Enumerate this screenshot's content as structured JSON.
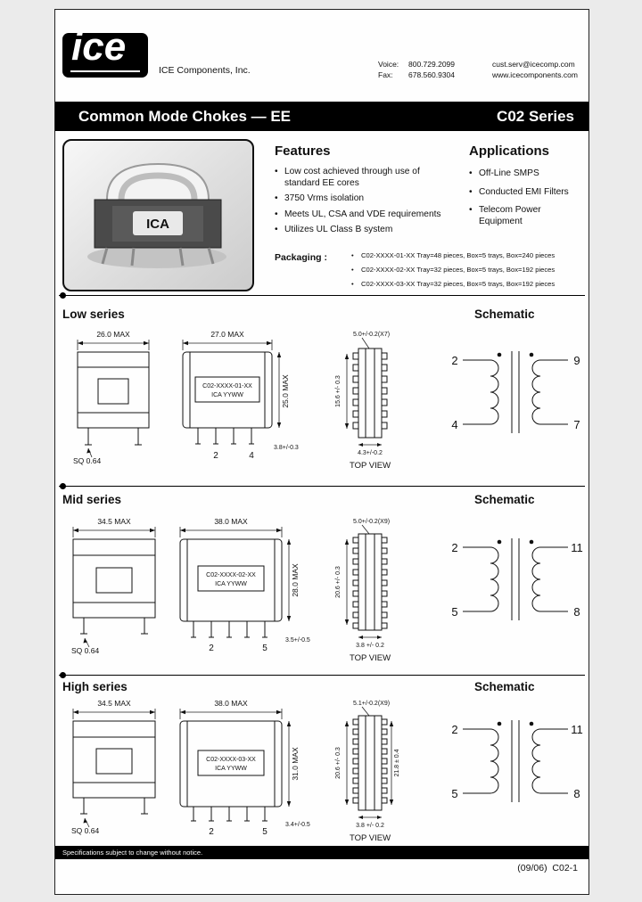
{
  "header": {
    "logo_text": "ice",
    "company": "ICE Components, Inc.",
    "contact": {
      "voice_label": "Voice:",
      "voice": "800.729.2099",
      "fax_label": "Fax:",
      "fax": "678.560.9304",
      "email": "cust.serv@icecomp.com",
      "website": "www.icecomponents.com"
    }
  },
  "title_bar": {
    "product": "Common Mode Chokes — EE",
    "series": "C02 Series"
  },
  "photo": {
    "label": "ICA"
  },
  "features": {
    "heading": "Features",
    "items": [
      "Low cost achieved through use of standard EE cores",
      "3750 Vrms isolation",
      "Meets UL, CSA and VDE requirements",
      "Utilizes UL Class B system"
    ]
  },
  "applications": {
    "heading": "Applications",
    "items": [
      "Off-Line SMPS",
      "Conducted EMI Filters",
      "Telecom Power Equipment"
    ]
  },
  "packaging": {
    "label": "Packaging :",
    "items": [
      "C02-XXXX-01-XX Tray=48 pieces, Box=5 trays, Box=240 pieces",
      "C02-XXXX-02-XX Tray=32 pieces, Box=5 trays, Box=192 pieces",
      "C02-XXXX-03-XX Tray=32 pieces, Box=5 trays, Box=192 pieces"
    ]
  },
  "sections": [
    {
      "title": "Low series",
      "schematic_heading": "Schematic",
      "front": {
        "width_dim": "26.0 MAX",
        "sq_label": "SQ 0.64"
      },
      "side": {
        "width_dim": "27.0 MAX",
        "height_dim": "25.0 MAX",
        "part_number": "C02-XXXX-01-XX",
        "brand_line": "ICA YYWW",
        "pin_left": "2",
        "pin_right": "4",
        "pin_dim": "3.8+/-0.3"
      },
      "top_view": {
        "pitch_dim": "5.0+/-0.2(X7)",
        "height_dim": "15.6 +/- 0.3",
        "width_dim": "4.3+/-0.2",
        "label": "TOP VIEW"
      },
      "schematic": {
        "pin_tl": "2",
        "pin_tr": "9",
        "pin_bl": "4",
        "pin_br": "7"
      }
    },
    {
      "title": "Mid series",
      "schematic_heading": "Schematic",
      "front": {
        "width_dim": "34.5 MAX",
        "sq_label": "SQ 0.64"
      },
      "side": {
        "width_dim": "38.0 MAX",
        "height_dim": "28.0 MAX",
        "part_number": "C02-XXXX-02-XX",
        "brand_line": "ICA YYWW",
        "pin_left": "2",
        "pin_right": "5",
        "pin_dim": "3.5+/-0.5"
      },
      "top_view": {
        "pitch_dim": "5.0+/-0.2(X9)",
        "height_dim": "20.6 +/- 0.3",
        "width_dim": "3.8 +/- 0.2",
        "label": "TOP VIEW"
      },
      "schematic": {
        "pin_tl": "2",
        "pin_tr": "11",
        "pin_bl": "5",
        "pin_br": "8"
      }
    },
    {
      "title": "High series",
      "schematic_heading": "Schematic",
      "front": {
        "width_dim": "34.5 MAX",
        "sq_label": "SQ 0.64"
      },
      "side": {
        "width_dim": "38.0 MAX",
        "height_dim": "31.0 MAX",
        "part_number": "C02-XXXX-03-XX",
        "brand_line": "ICA YYWW",
        "pin_left": "2",
        "pin_right": "5",
        "pin_dim": "3.4+/-0.5"
      },
      "top_view": {
        "pitch_dim": "5.1+/-0.2(X9)",
        "height_dim": "20.6 +/- 0.3",
        "height_dim2": "21.8 ± 0.4",
        "width_dim": "3.8 +/- 0.2",
        "label": "TOP VIEW"
      },
      "schematic": {
        "pin_tl": "2",
        "pin_tr": "11",
        "pin_bl": "5",
        "pin_br": "8"
      }
    }
  ],
  "footer": {
    "note": "Specifications subject to change without notice.",
    "doc_ref": "(09/06)  C02-1"
  }
}
